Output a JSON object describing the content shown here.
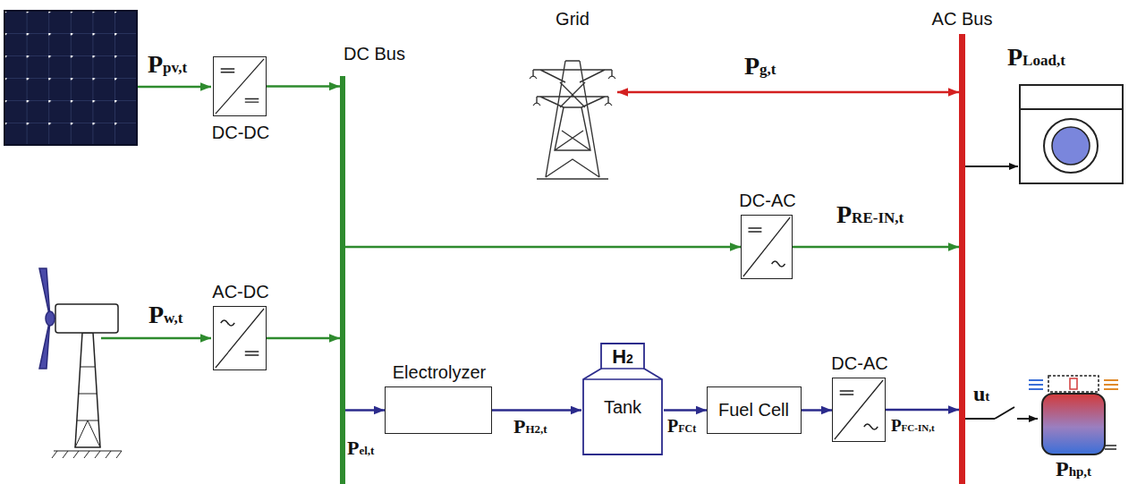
{
  "diagram": {
    "nodes": [
      {
        "text": [
          "DC-DC"
        ]
      },
      {
        "text": [
          "DC Bus"
        ]
      },
      {
        "text": [
          "Grid"
        ]
      },
      {
        "text": [
          "AC Bus"
        ]
      },
      {
        "text": [
          "DC-AC"
        ]
      },
      {
        "text": [
          "AC-DC"
        ]
      },
      {
        "text": [
          "Electrolyzer"
        ]
      },
      {
        "text": [
          "H2",
          "Tank"
        ]
      },
      {
        "text": [
          "Fuel Cell"
        ]
      },
      {
        "text": [
          "DC-AC"
        ]
      }
    ],
    "edges": [
      {
        "from": 0,
        "to": 1,
        "arrow": "to"
      },
      {
        "from": 2,
        "to": 3,
        "label": "Pg,t",
        "arrow": "both"
      },
      {
        "from": 1,
        "to": 4,
        "arrow": "to"
      },
      {
        "from": 4,
        "to": 3,
        "label": "PRE-IN,t",
        "arrow": "to"
      },
      {
        "from": 5,
        "to": 1,
        "arrow": "to"
      },
      {
        "from": 1,
        "to": 6,
        "label": "Pel,t",
        "arrow": "to"
      },
      {
        "from": 6,
        "to": 7,
        "label": "PH2,t",
        "arrow": "to"
      },
      {
        "from": 7,
        "to": 8,
        "label": "PFCt",
        "arrow": "to"
      },
      {
        "from": 8,
        "to": 9,
        "arrow": "to"
      },
      {
        "from": 9,
        "to": 3,
        "label": "PFC-IN,t",
        "arrow": "to"
      }
    ],
    "labels": [
      "Ppv,t",
      "Pw,t",
      "PLoad,t",
      "ut",
      "Php,t"
    ]
  }
}
